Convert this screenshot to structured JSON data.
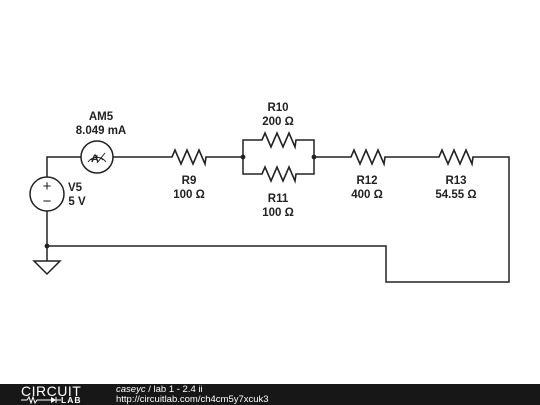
{
  "circuit": {
    "ammeter": {
      "name": "AM5",
      "reading": "8.049 mA",
      "symbol": "A"
    },
    "source": {
      "name": "V5",
      "value": "5 V",
      "plus": "+",
      "minus": "−"
    },
    "resistors": [
      {
        "name": "R9",
        "value": "100 Ω"
      },
      {
        "name": "R10",
        "value": "200 Ω"
      },
      {
        "name": "R11",
        "value": "100 Ω"
      },
      {
        "name": "R12",
        "value": "400 Ω"
      },
      {
        "name": "R13",
        "value": "54.55 Ω"
      }
    ]
  },
  "footer": {
    "logo_top": "CIRCUIT",
    "logo_bottom": "LAB",
    "author": "caseyc",
    "separator": " / ",
    "title": "lab 1 - 2.4 ii",
    "url": "http://circuitlab.com/ch4cm5y7xcuk3"
  },
  "colors": {
    "ink": "#222222",
    "footer_bg": "#171717",
    "footer_text": "#ffffff"
  }
}
